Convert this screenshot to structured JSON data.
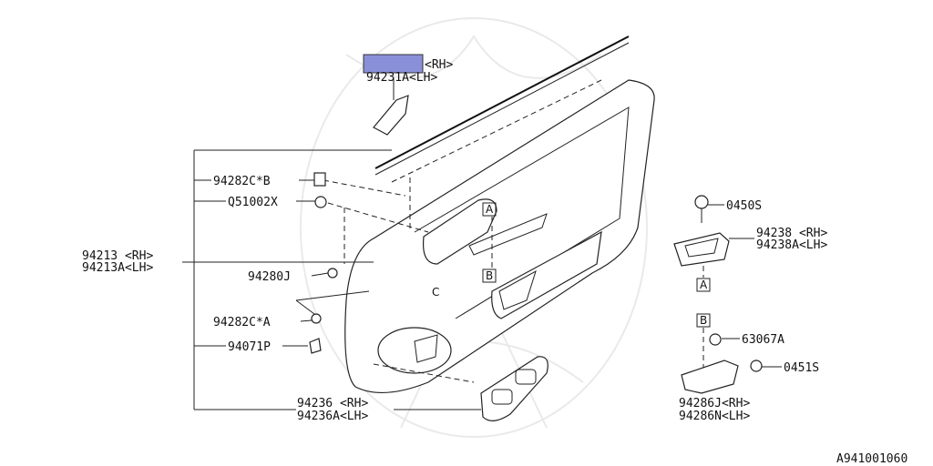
{
  "labels": {
    "top_clip_rh": "<RH>",
    "top_clip_lh": "94231A<LH>",
    "p94282cb": "94282C*B",
    "q51002x": "Q51002X",
    "p94213_rh": "94213 <RH>",
    "p94213_lh": "94213A<LH>",
    "p94280j": "94280J",
    "p94282ca": "94282C*A",
    "p94071p": "94071P",
    "p94236_rh": "94236 <RH>",
    "p94236_lh": "94236A<LH>",
    "p0450s": "0450S",
    "p94238_rh": "94238 <RH>",
    "p94238_lh": "94238A<LH>",
    "p63067a": "63067A",
    "p0451s": "0451S",
    "p94286_rh": "94286J<RH>",
    "p94286_lh": "94286N<LH>",
    "ref_a": "A",
    "ref_b": "B",
    "ref_a2": "A",
    "ref_b2": "B",
    "ref_c": "C",
    "drawing_id": "A941001060"
  },
  "colors": {
    "redaction": "#8a90d8",
    "line": "#222222"
  }
}
